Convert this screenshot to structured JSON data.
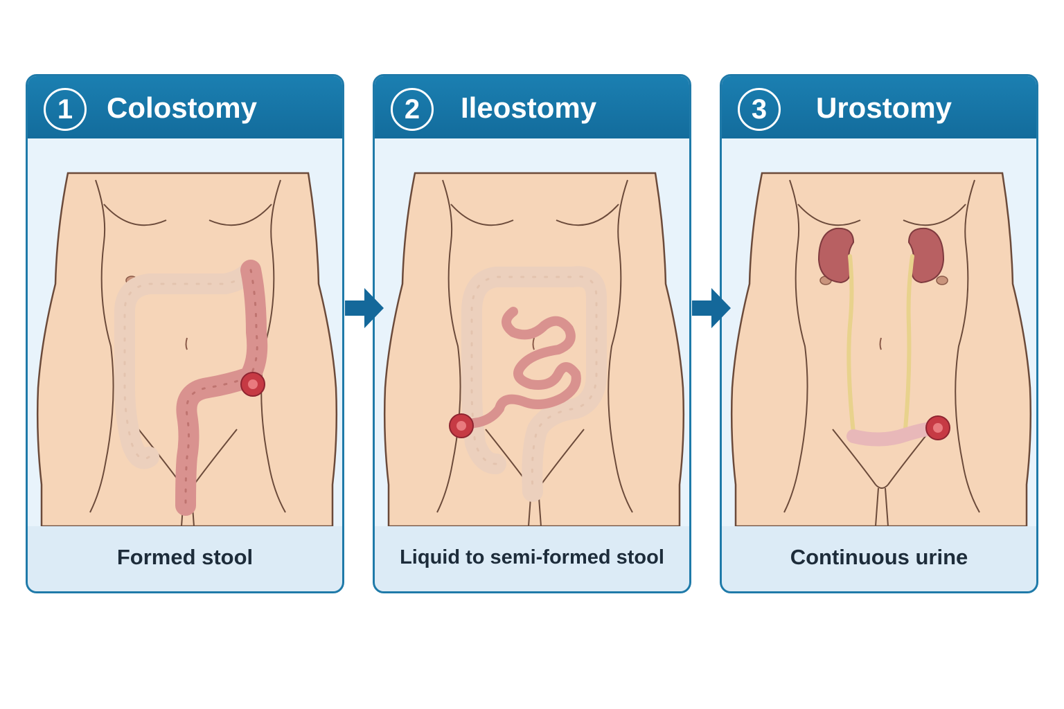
{
  "panels": [
    {
      "number": "1",
      "title": "Colostomy",
      "caption": "Formed stool"
    },
    {
      "number": "2",
      "title": "Ileostomy",
      "caption": "Liquid to semi-formed stool"
    },
    {
      "number": "3",
      "title": "Urostomy",
      "caption": "Continuous urine"
    }
  ],
  "colors": {
    "header": "#1b7fb1",
    "panel_bg": "#dcebf6",
    "skin": "#f6d5b8",
    "bowel_highlight": "#d9928f",
    "stoma": "#c63a44",
    "kidney": "#b86062",
    "ureter": "#e8d28c",
    "arrow": "#14689a"
  }
}
